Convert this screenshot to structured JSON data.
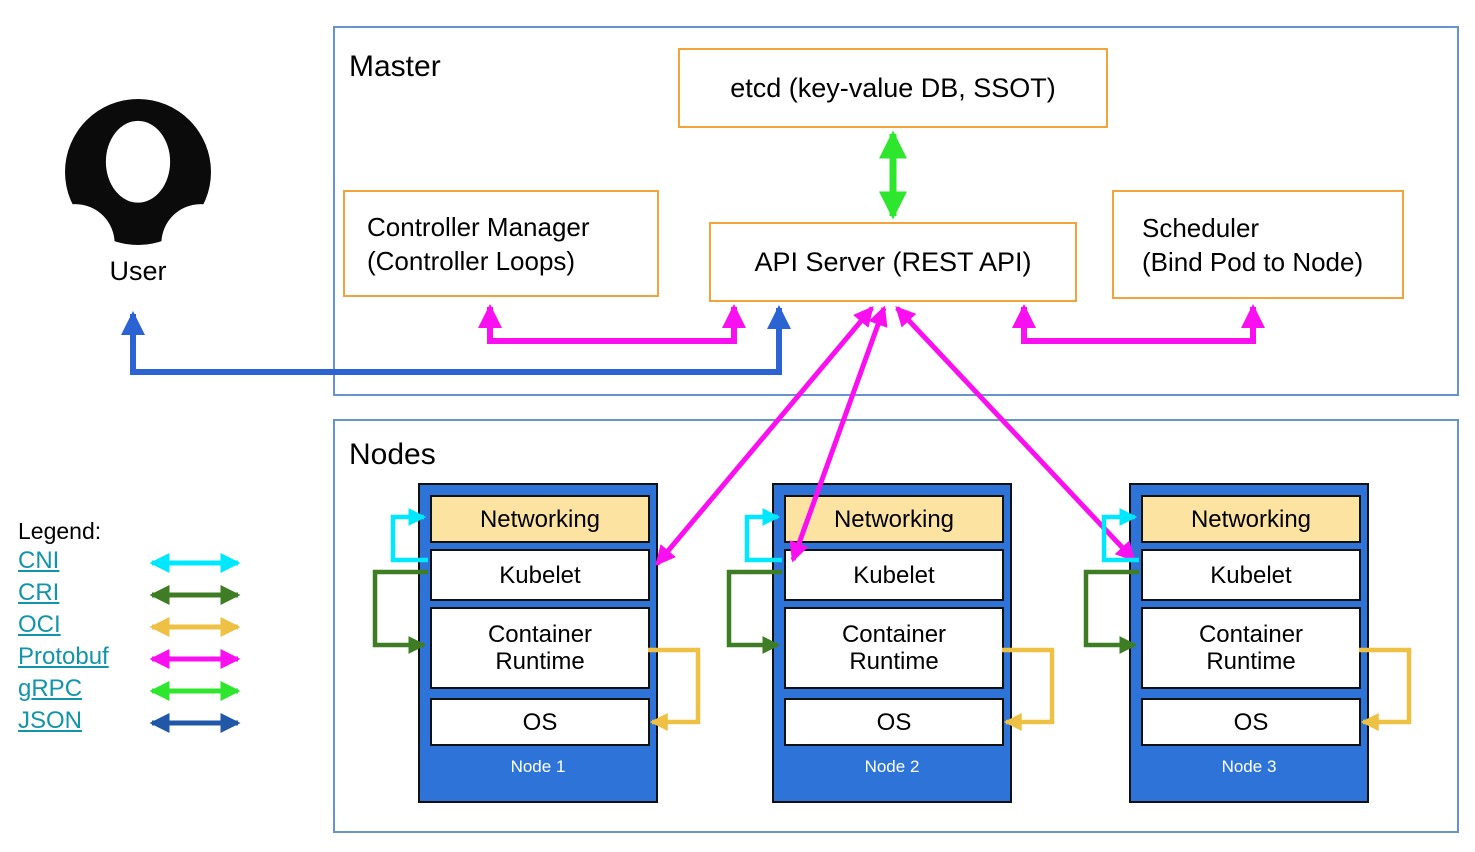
{
  "master": {
    "title": "Master",
    "etcd_label": "etcd (key-value DB, SSOT)",
    "api_server_label": "API Server (REST API)",
    "controller_manager_line1": "Controller Manager",
    "controller_manager_line2": "(Controller Loops)",
    "scheduler_line1": "Scheduler",
    "scheduler_line2": "(Bind Pod to Node)"
  },
  "user": {
    "label": "User"
  },
  "nodes_section": {
    "title": "Nodes",
    "layer_labels": [
      "Networking",
      "Kubelet",
      "Container Runtime",
      "OS"
    ],
    "nodes": [
      {
        "name": "Node 1"
      },
      {
        "name": "Node 2"
      },
      {
        "name": "Node 3"
      }
    ]
  },
  "legend": {
    "title": "Legend:",
    "items": [
      {
        "label": "CNI"
      },
      {
        "label": "CRI"
      },
      {
        "label": "OCI"
      },
      {
        "label": "Protobuf"
      },
      {
        "label": "gRPC"
      },
      {
        "label": "JSON"
      }
    ]
  },
  "colors": {
    "cni": "#00e8ff",
    "cri": "#3e7d23",
    "oci": "#eec043",
    "protobuf": "#fa0ff0",
    "grpc": "#2ee62e",
    "json": "#2057a7",
    "user_arrow": "#2b64d2",
    "box_border": "#f2a33c",
    "frame_border": "#6794cb",
    "node_fill": "#2e74d8",
    "networking_fill": "#fce3a2",
    "legend_link": "#1295a8"
  }
}
